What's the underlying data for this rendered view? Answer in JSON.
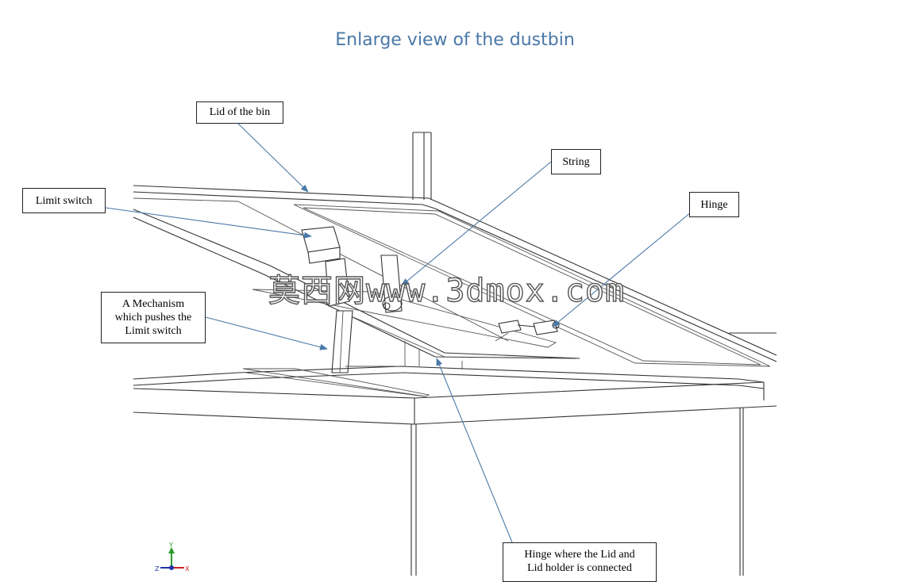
{
  "title": "Enlarge view of the dustbin",
  "labels": {
    "lid": "Lid of the bin",
    "limit_switch": "Limit switch",
    "string": "String",
    "hinge": "Hinge",
    "mechanism_line1": "A Mechanism",
    "mechanism_line2": "which pushes the",
    "mechanism_line3": "Limit switch",
    "hinge_lid_line1": "Hinge where the Lid and",
    "hinge_lid_line2": "Lid holder is connected"
  },
  "watermark": "莫西网www.3dmox.com",
  "axis_triad": {
    "x": "X",
    "y": "Y",
    "z": "Z"
  },
  "colors": {
    "title": "#4a78a8",
    "leader": "#4a78a8",
    "edge": "#333333"
  }
}
